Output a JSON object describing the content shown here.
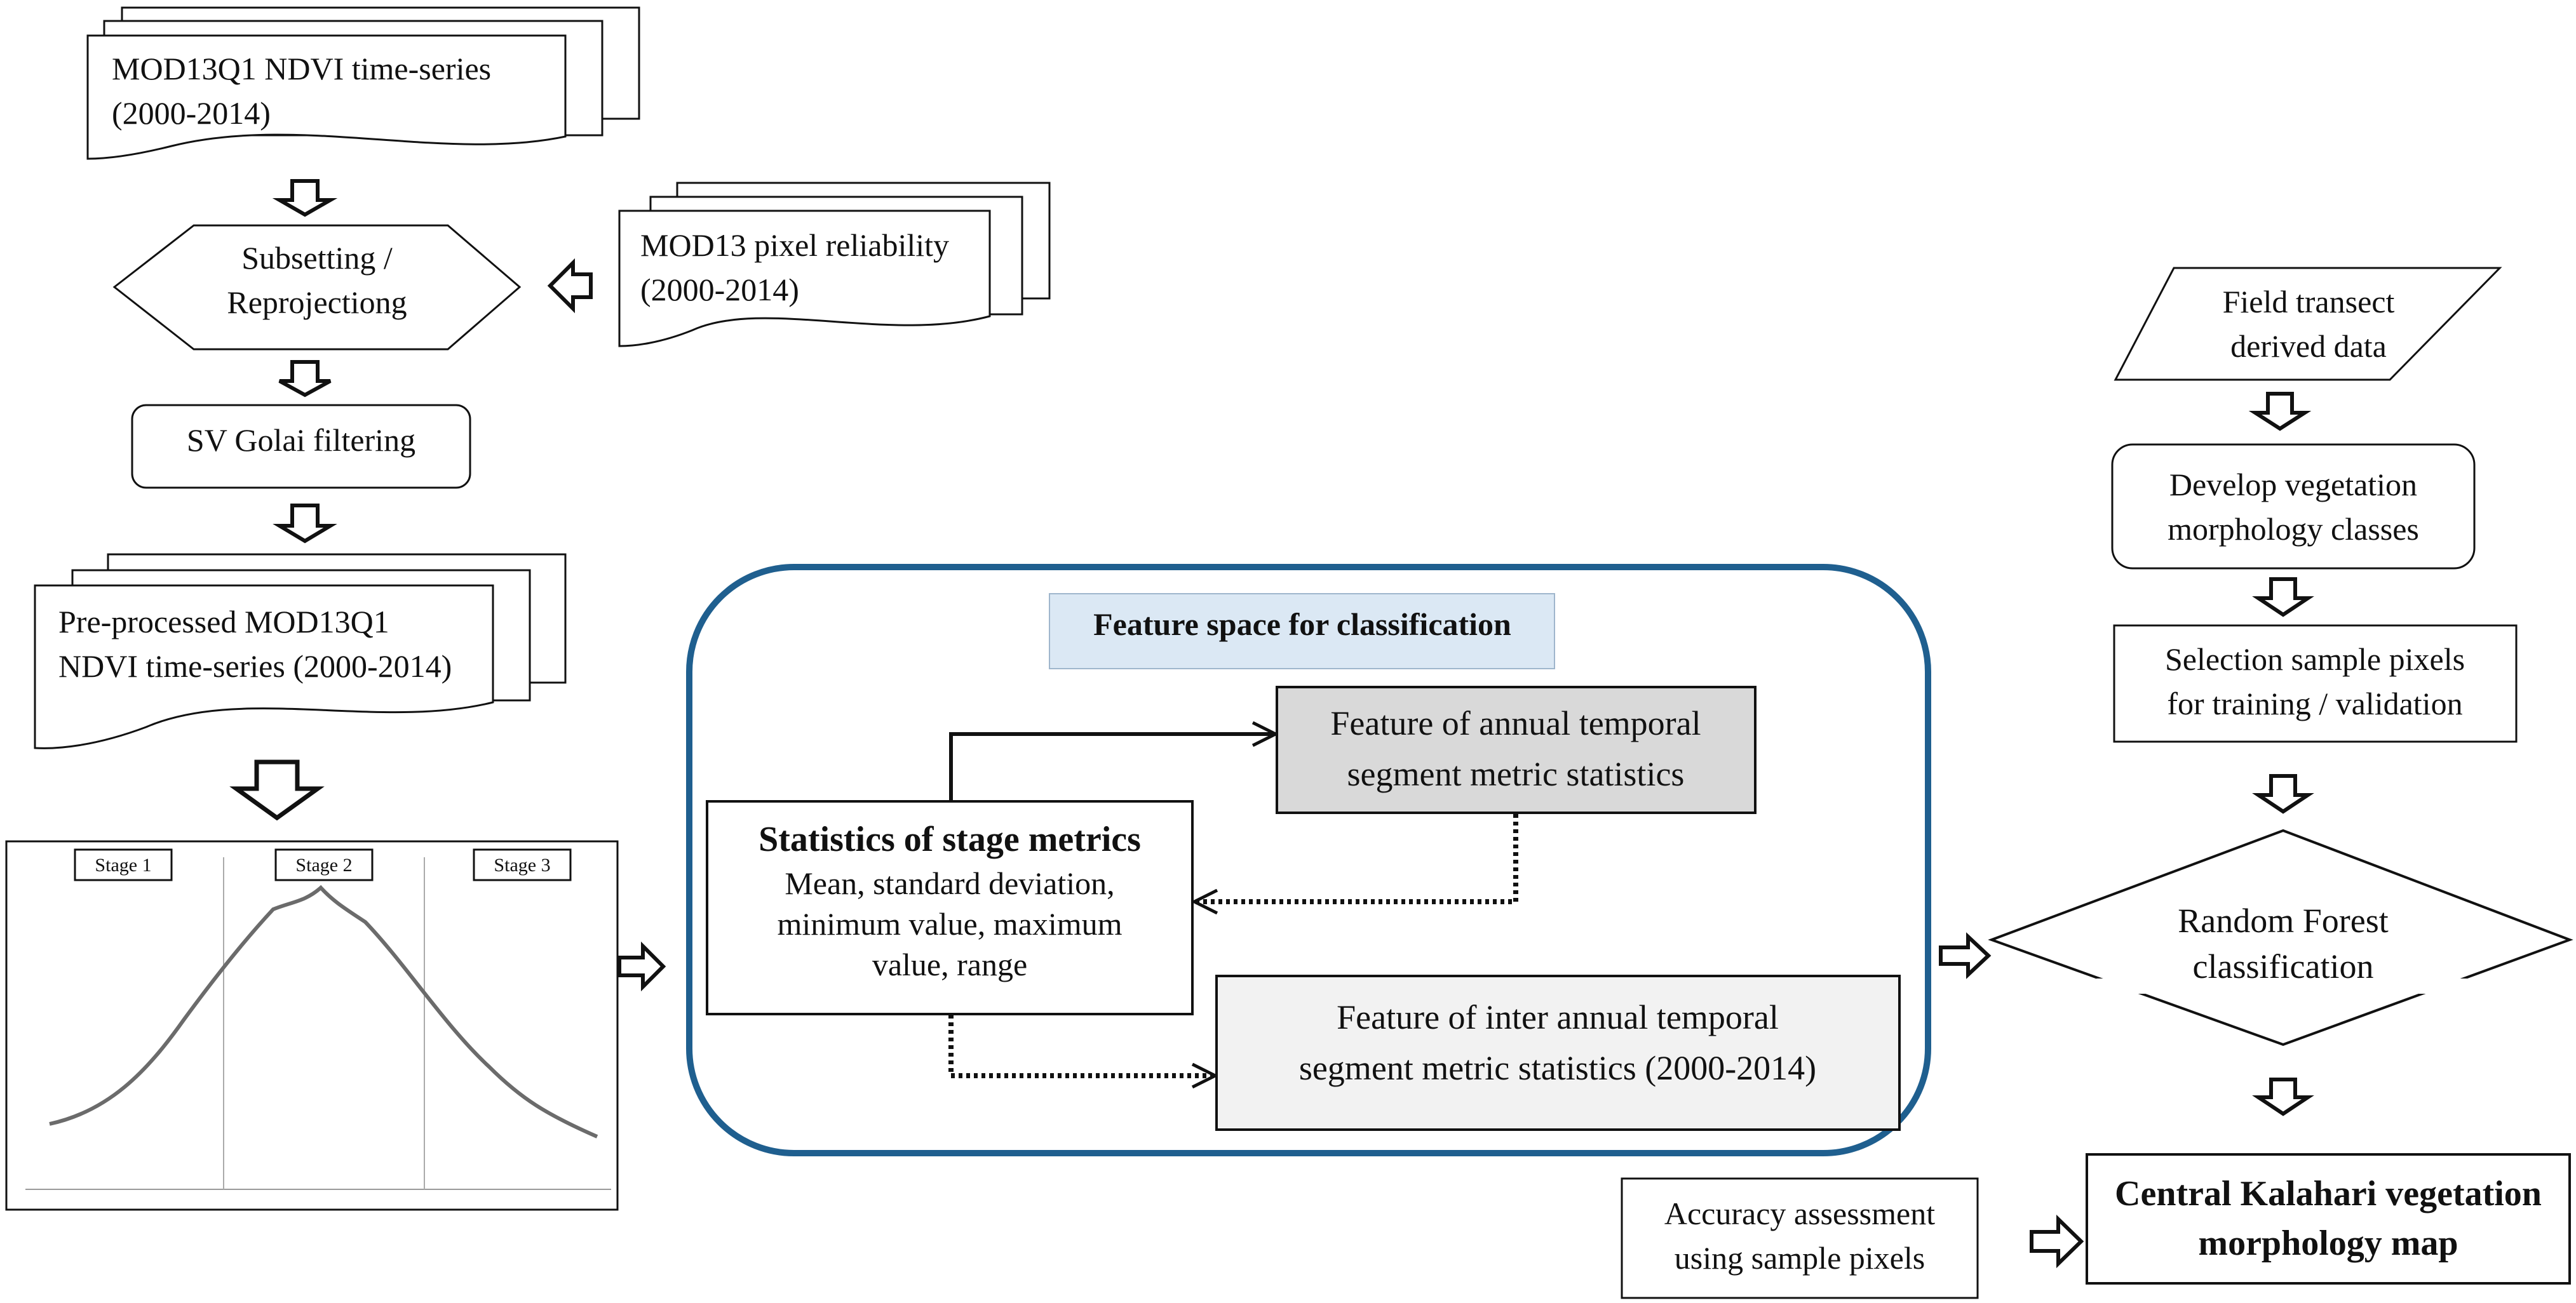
{
  "colors": {
    "stroke": "#111111",
    "feature_border": "#1f5f8f",
    "feature_header_fill": "#dbe8f4",
    "annual_box_fill": "#d9d9d9",
    "inter_box_fill": "#f2f2f2",
    "curve": "#6b6b6b"
  },
  "nodes": {
    "mod13q1_ndvi": {
      "line1": "MOD13Q1 NDVI time-series",
      "line2": "(2000-2014)"
    },
    "subsetting": {
      "line1": "Subsetting /",
      "line2": "Reprojectiong"
    },
    "pixel_reliability": {
      "line1": "MOD13 pixel reliability",
      "line2": "(2000-2014)"
    },
    "sv_golai": {
      "label": "SV Golai filtering"
    },
    "preprocessed": {
      "line1": "Pre-processed MOD13Q1",
      "line2": "NDVI time-series (2000-2014)"
    },
    "stages": [
      "Stage 1",
      "Stage 2",
      "Stage 3"
    ],
    "feature_space": {
      "title": "Feature space for classification"
    },
    "annual_feature": {
      "line1": "Feature of annual temporal",
      "line2": "segment metric statistics"
    },
    "stage_metrics": {
      "title": "Statistics of stage metrics",
      "line1": "Mean, standard deviation,",
      "line2": "minimum value, maximum",
      "line3": "value, range"
    },
    "inter_annual_feature": {
      "line1": "Feature of inter annual temporal",
      "line2": "segment metric statistics (2000-2014)"
    },
    "field_transect": {
      "line1": "Field transect",
      "line2": "derived data"
    },
    "develop_classes": {
      "line1": "Develop vegetation",
      "line2": "morphology classes"
    },
    "selection_samples": {
      "line1": "Selection sample pixels",
      "line2": "for training / validation"
    },
    "random_forest": {
      "line1": "Random Forest",
      "line2": "classification"
    },
    "accuracy": {
      "line1": "Accuracy assessment",
      "line2": "using sample pixels"
    },
    "final_map": {
      "line1": "Central Kalahari vegetation",
      "line2": "morphology map"
    }
  }
}
